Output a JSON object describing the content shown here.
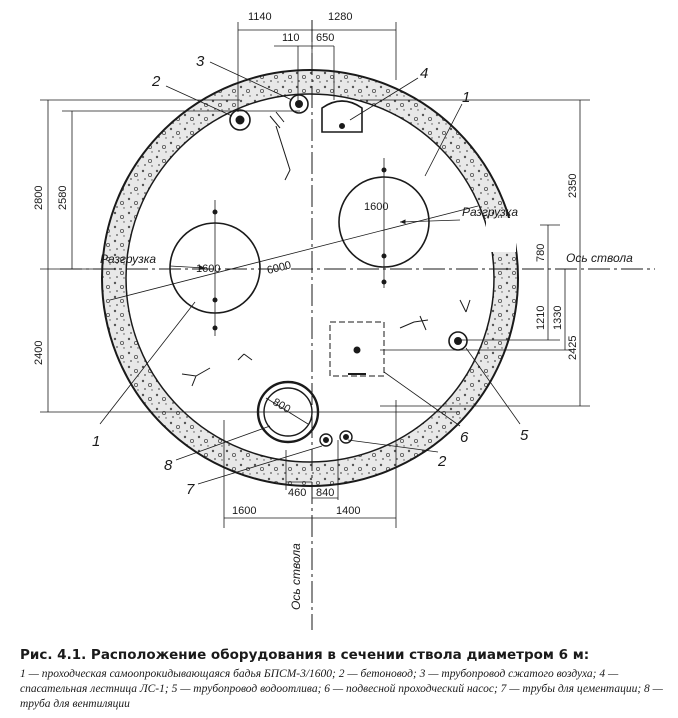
{
  "figure": {
    "dims_top": [
      "1140",
      "1280",
      "110",
      "650"
    ],
    "dims_bottom": [
      "460",
      "840",
      "1600",
      "1400"
    ],
    "dims_left": [
      "2800",
      "2580",
      "2400"
    ],
    "dims_right": [
      "2350",
      "780",
      "1210",
      "1330",
      "2425"
    ],
    "diameter": "6000",
    "bucket_left": "1600",
    "bucket_right": "1600",
    "vent_pipe": "800",
    "unload_left": "Разгрузка",
    "unload_right": "Разгрузка",
    "axis_horizontal": "Ось ствола",
    "axis_vertical": "Ось ствола",
    "markers": [
      "1",
      "1",
      "2",
      "2",
      "3",
      "4",
      "5",
      "6",
      "7",
      "8"
    ]
  },
  "caption": {
    "title": "Рис. 4.1. Расположение оборудования в сечении ствола диаметром 6 м:",
    "legend": "1 — проходческая самоопрокидывающаяся бадья БПСМ-3/1600; 2 — бетоновод; 3 — трубопровод сжатого воздуха; 4 — спасательная лестница ЛС-1; 5 — трубопровод водоотлива; 6 — подвесной проходческий насос; 7 — трубы для цементации; 8 — труба для вентиляции"
  }
}
